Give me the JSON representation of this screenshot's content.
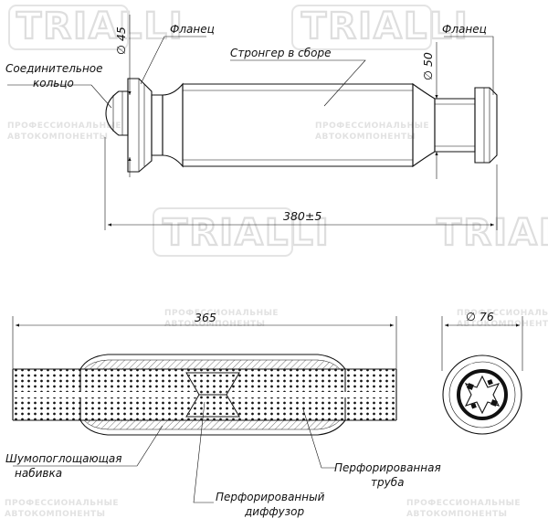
{
  "watermark": {
    "brand": "TRIALLI",
    "line1": "ПРОФЕССИОНАЛЬНЫЕ",
    "line2": "АВТОКОМПОНЕНТЫ"
  },
  "top_view": {
    "label_flange_left": "Фланец",
    "label_ring_line1": "Соединительное",
    "label_ring_line2": "кольцо",
    "label_stronger": "Стронгер в сборе",
    "label_flange_right": "Фланец",
    "dim_d45": "∅ 45",
    "dim_d50": "∅ 50",
    "dim_length": "380±5"
  },
  "section_view": {
    "dim_length": "365",
    "label_packing_line1": "Шумопоглощающая",
    "label_packing_line2": "набивка",
    "label_diffuser_line1": "Перфорированный",
    "label_diffuser_line2": "диффузор",
    "label_pipe_line1": "Перфорированная",
    "label_pipe_line2": "труба"
  },
  "end_view": {
    "dim_d76": "∅ 76"
  }
}
